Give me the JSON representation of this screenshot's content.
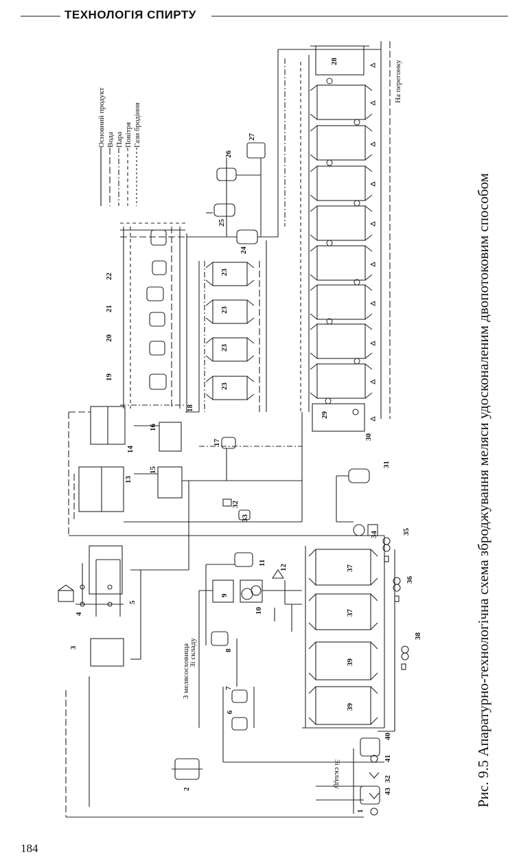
{
  "header": {
    "title": "ТЕХНОЛОГІЯ СПИРТУ"
  },
  "page_number": "184",
  "caption": "Рис. 9.5 Апаратурно-технологічна схема зброджування меляси удосконаленим двопотоковим способом",
  "legend": [
    {
      "label": "Основний продукт",
      "style": "solid"
    },
    {
      "label": "Вода",
      "style": "long-dash"
    },
    {
      "label": "Пара",
      "style": "dash-dot"
    },
    {
      "label": "Повітря",
      "style": "dash"
    },
    {
      "label": "Гази бродіння",
      "style": "short-dash"
    }
  ],
  "flow_labels": {
    "to_distillation": "На перегонку",
    "from_molasses_storage": "З мелясосховища",
    "from_warehouse_1": "Зі складу",
    "from_warehouse_2": "Зі складу"
  },
  "equipment_numbers": {
    "n1": "1",
    "n2": "2",
    "n3": "3",
    "n4": "4",
    "n5": "5",
    "n6": "6",
    "n7": "7",
    "n8": "8",
    "n9": "9",
    "n10": "10",
    "n11": "11",
    "n12": "12",
    "n13": "13",
    "n14": "14",
    "n15": "15",
    "n16": "16",
    "n17": "17",
    "n18": "18",
    "n19": "19",
    "n20": "20",
    "n21": "21",
    "n22": "22",
    "n23a": "23",
    "n23b": "23",
    "n23c": "23",
    "n23d": "23",
    "n24": "24",
    "n25": "25",
    "n26": "26",
    "n27": "27",
    "n28": "28",
    "n29": "29",
    "n30": "30",
    "n31": "31",
    "n32": "32",
    "n33": "33",
    "n34": "34",
    "n35": "35",
    "n36": "36",
    "n37a": "37",
    "n37b": "37",
    "n38": "38",
    "n39a": "39",
    "n39b": "39",
    "n40": "40",
    "n41": "41",
    "n43": "43",
    "n32b": "32"
  }
}
